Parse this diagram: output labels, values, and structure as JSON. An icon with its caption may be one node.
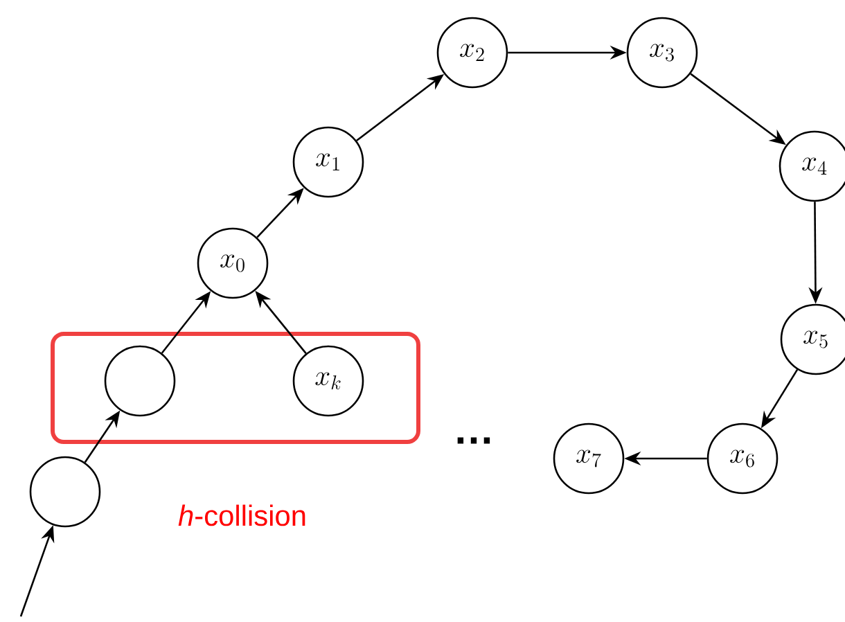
{
  "diagram": {
    "nodes": [
      {
        "text": [
          "x_{2}"
        ]
      },
      {
        "text": [
          "x_{3}"
        ]
      },
      {
        "text": [
          "x_{1}"
        ]
      },
      {
        "text": [
          "x_{4}"
        ]
      },
      {
        "text": [
          "x_{0}"
        ]
      },
      {
        "text": [
          "x_{5}"
        ]
      },
      {
        "text": [],
        "shape": "box"
      },
      {
        "text": [],
        "shape": "circle",
        "in": 6
      },
      {
        "text": [
          "x_{k}"
        ],
        "in": 6
      },
      {
        "text": [
          "x_{6}"
        ]
      },
      {
        "text": [
          "x_{7}"
        ]
      },
      {
        "text": [],
        "shape": "circle"
      }
    ],
    "edges": [
      {
        "from": null,
        "to": 11,
        "arrow": "to"
      },
      {
        "from": 11,
        "to": 7,
        "arrow": "to"
      },
      {
        "from": 7,
        "to": 4,
        "arrow": "to"
      },
      {
        "from": 8,
        "to": 4,
        "arrow": "to"
      },
      {
        "from": 4,
        "to": 2,
        "arrow": "to"
      },
      {
        "from": 2,
        "to": 0,
        "arrow": "to"
      },
      {
        "from": 0,
        "to": 1,
        "arrow": "to"
      },
      {
        "from": 1,
        "to": 3,
        "arrow": "to"
      },
      {
        "from": 3,
        "to": 5,
        "arrow": "to"
      },
      {
        "from": 5,
        "to": 9,
        "arrow": "to"
      },
      {
        "from": 9,
        "to": 10,
        "arrow": "to"
      }
    ],
    "labels": [
      "*h*-collision",
      "…"
    ]
  }
}
